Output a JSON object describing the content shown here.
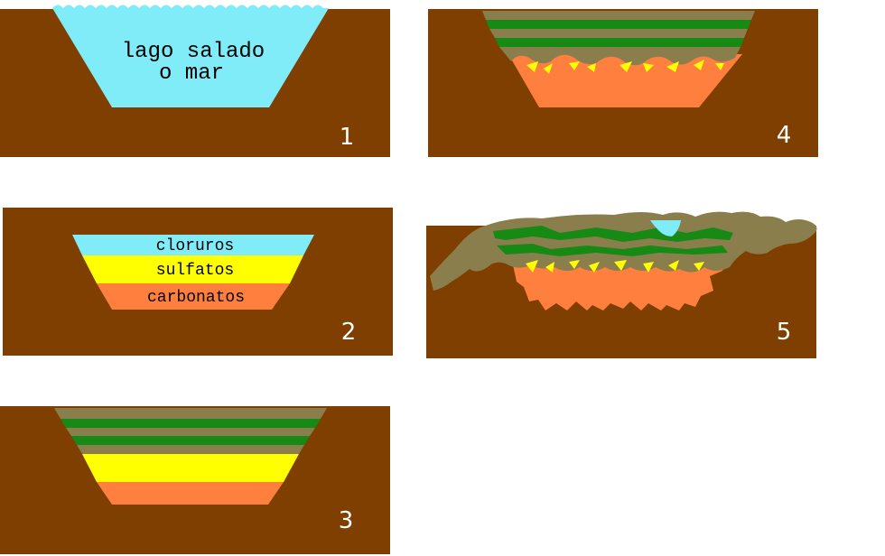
{
  "colors": {
    "ground": "#7f3f00",
    "water": "#80ecf8",
    "chlorides": "#80ecf8",
    "sulfates": "#ffff00",
    "carbonates": "#ff7f3f",
    "sediment": "#8a7e4c",
    "green_layer": "#178a16"
  },
  "panel1": {
    "label_line1": "lago salado",
    "label_line2": "o mar",
    "number": "1"
  },
  "panel2": {
    "layer_chlorides": "cloruros",
    "layer_sulfates": "sulfatos",
    "layer_carbonates": "carbonatos",
    "number": "2"
  },
  "panel3": {
    "number": "3"
  },
  "panel4": {
    "number": "4"
  },
  "panel5": {
    "number": "5"
  }
}
